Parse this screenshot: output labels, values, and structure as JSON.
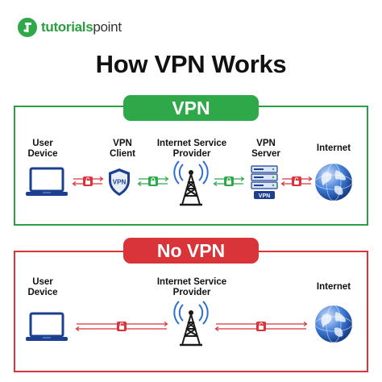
{
  "brand": {
    "name_prefix": "tutorials",
    "name_suffix": "point"
  },
  "title": "How VPN Works",
  "vpn_section": {
    "heading": "VPN",
    "nodes": {
      "user_device": "User\nDevice",
      "vpn_client": "VPN\nClient",
      "isp": "Internet Service\nProvider",
      "vpn_server": "VPN\nServer",
      "internet": "Internet"
    },
    "shield_text": "VPN",
    "server_badge": "VPN"
  },
  "novpn_section": {
    "heading": "No VPN",
    "nodes": {
      "user_device": "User\nDevice",
      "isp": "Internet Service\nProvider",
      "internet": "Internet"
    }
  },
  "colors": {
    "green": "#2fa84a",
    "red": "#d8343a",
    "blue": "#2f6fd0"
  }
}
